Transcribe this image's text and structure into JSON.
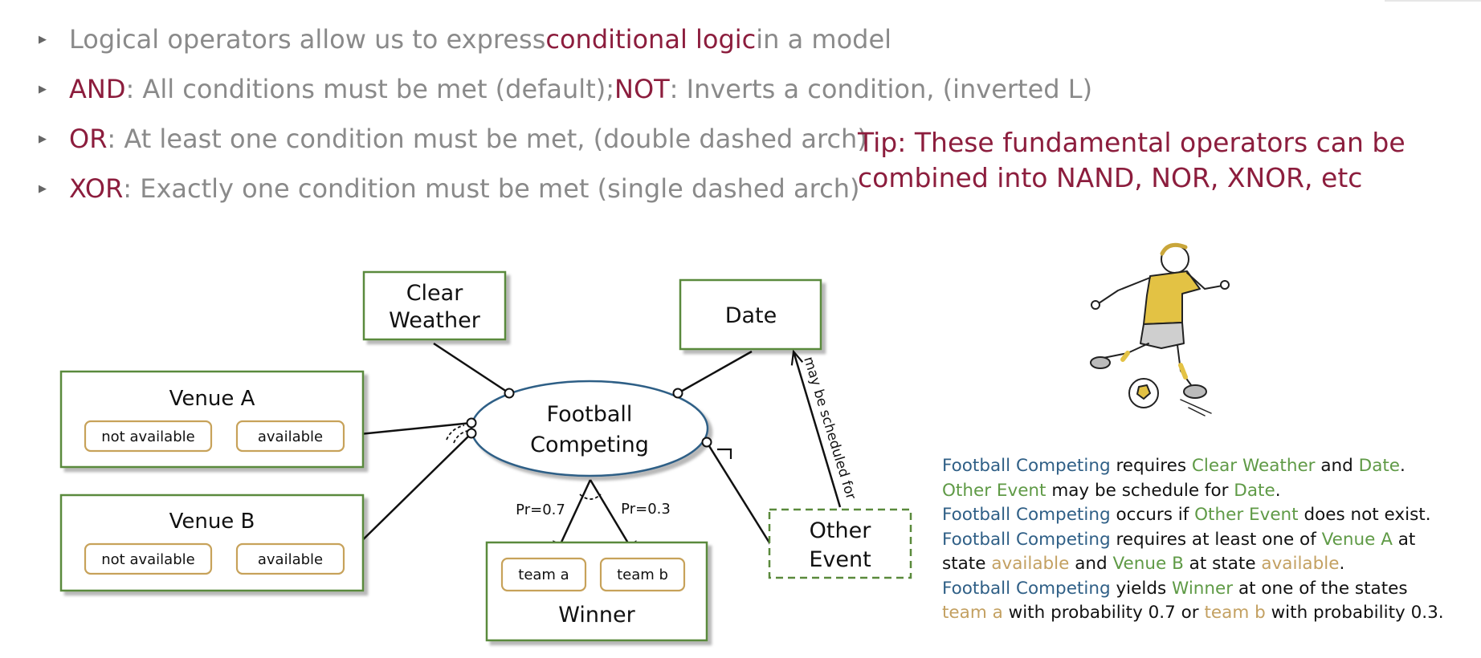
{
  "bullets": [
    {
      "pre": "Logical operators allow us to express ",
      "kw1": "conditional logic",
      "mid": " in a model",
      "kw2": "",
      "post": ""
    },
    {
      "pre": "",
      "kw1": "AND",
      "mid": ": All conditions must be met (default); ",
      "kw2": "NOT",
      "post": ": Inverts a condition, (inverted L)"
    },
    {
      "pre": "",
      "kw1": "OR",
      "mid": ": At least one condition must be met, (double dashed arch)",
      "kw2": "",
      "post": ""
    },
    {
      "pre": "",
      "kw1": "XOR",
      "mid": ": Exactly one condition must be met (single dashed arch)",
      "kw2": "",
      "post": ""
    }
  ],
  "tip": {
    "line1": "Tip: These fundamental operators can be",
    "line2": "combined into NAND, NOR, XNOR, etc"
  },
  "diagram": {
    "clear_weather": [
      "Clear",
      "Weather"
    ],
    "date": "Date",
    "venue_a": {
      "title": "Venue A",
      "states": [
        "not available",
        "available"
      ]
    },
    "venue_b": {
      "title": "Venue B",
      "states": [
        "not available",
        "available"
      ]
    },
    "football": [
      "Football",
      "Competing"
    ],
    "winner": {
      "title": "Winner",
      "states": [
        "team a",
        "team b"
      ]
    },
    "other_event": [
      "Other",
      "Event"
    ],
    "pr_a": "Pr=0.7",
    "pr_b": "Pr=0.3",
    "may_be_scheduled": "may be scheduled for"
  },
  "explanation": [
    [
      {
        "t": "Football Competing",
        "c": "blue"
      },
      {
        "t": " requires ",
        "c": ""
      },
      {
        "t": "Clear Weather",
        "c": "green"
      },
      {
        "t": " and ",
        "c": ""
      },
      {
        "t": "Date",
        "c": "green"
      },
      {
        "t": ".",
        "c": ""
      }
    ],
    [
      {
        "t": "Other Event",
        "c": "green"
      },
      {
        "t": " may be schedule for ",
        "c": ""
      },
      {
        "t": "Date",
        "c": "green"
      },
      {
        "t": ".",
        "c": ""
      }
    ],
    [
      {
        "t": "Football Competing",
        "c": "blue"
      },
      {
        "t": " occurs if ",
        "c": ""
      },
      {
        "t": "Other Event",
        "c": "green"
      },
      {
        "t": " does not exist.",
        "c": ""
      }
    ],
    [
      {
        "t": "Football Competing",
        "c": "blue"
      },
      {
        "t": " requires at least one of ",
        "c": ""
      },
      {
        "t": "Venue A",
        "c": "green"
      },
      {
        "t": " at",
        "c": ""
      }
    ],
    [
      {
        "t": "state ",
        "c": ""
      },
      {
        "t": "available",
        "c": "tan"
      },
      {
        "t": " and ",
        "c": ""
      },
      {
        "t": "Venue B",
        "c": "green"
      },
      {
        "t": " at state ",
        "c": ""
      },
      {
        "t": "available",
        "c": "tan"
      },
      {
        "t": ".",
        "c": ""
      }
    ],
    [
      {
        "t": "Football Competing",
        "c": "blue"
      },
      {
        "t": " yields ",
        "c": ""
      },
      {
        "t": "Winner",
        "c": "green"
      },
      {
        "t": " at one of the states",
        "c": ""
      }
    ],
    [
      {
        "t": "team a",
        "c": "tan"
      },
      {
        "t": " with probability 0.7 or ",
        "c": ""
      },
      {
        "t": "team b",
        "c": "tan"
      },
      {
        "t": " with probability 0.3.",
        "c": ""
      }
    ]
  ],
  "colors": {
    "keyword": "#8c1d3d",
    "node_border": "#5a8a3c",
    "state_border": "#c7a25a",
    "ellipse_border": "#2f5f86",
    "text_blue": "#2f5f86",
    "text_green": "#5f9a46",
    "text_tan": "#c3a061"
  },
  "icons": {
    "player": "football-player-illustration"
  }
}
